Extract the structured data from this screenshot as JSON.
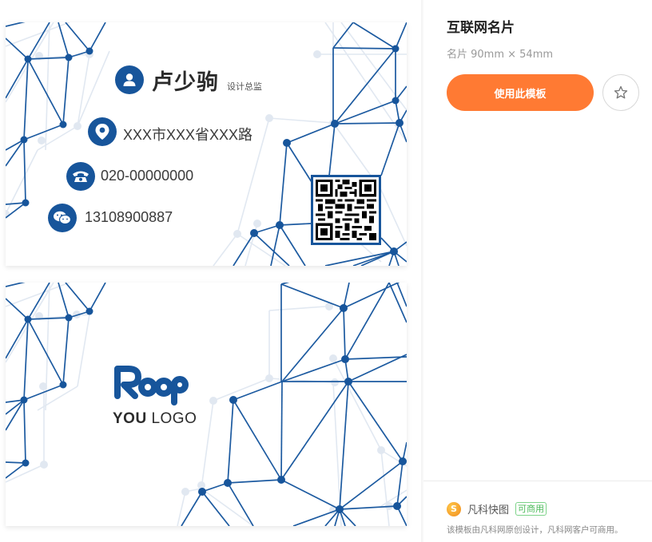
{
  "colors": {
    "accent_blue": "#17559b",
    "network_light": "#dfe7f1",
    "use_button": "#ff7a33",
    "badge_green": "#4cbb5a"
  },
  "preview": {
    "front": {
      "name": "卢少驹",
      "job_title": "设计总监",
      "address": "XXX市XXX省XXX路",
      "phone": "020-00000000",
      "wechat": "13108900887",
      "icons": [
        "user-icon",
        "location-pin-icon",
        "phone-icon",
        "wechat-icon"
      ],
      "qr_code": "qr-code"
    },
    "back": {
      "logo_mark": "Roop",
      "logo_text_bold": "YOU",
      "logo_text_light": " LOGO"
    }
  },
  "panel": {
    "title": "互联网名片",
    "size_label": "名片 90mm × 54mm",
    "use_button": "使用此模板",
    "favorite_icon": "star-icon",
    "brand": {
      "name": "凡科快图",
      "badge": "可商用",
      "note": "该模板由凡科网原创设计，凡科网客户可商用。"
    }
  }
}
